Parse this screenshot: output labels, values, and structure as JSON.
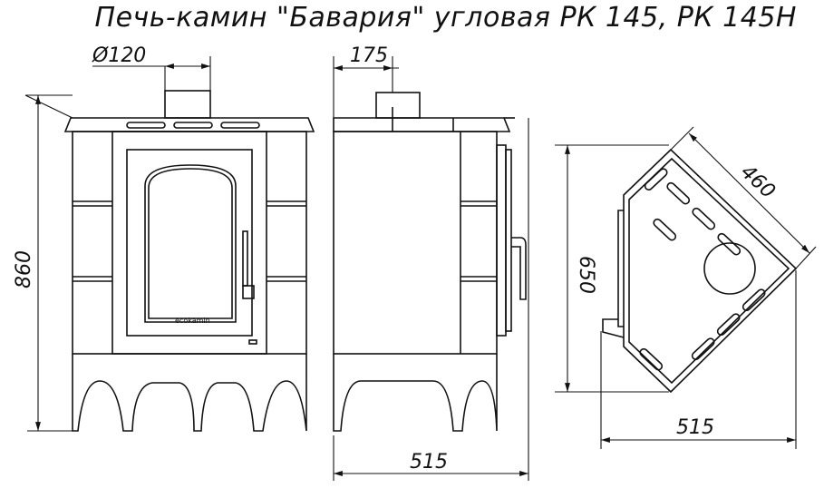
{
  "title": "Печь-камин \"Бавария\" угловая РК 145, РК 145Н",
  "dims": {
    "pipe_diameter": "Ø120",
    "pipe_offset": "175",
    "height": "860",
    "side_width": "515",
    "corner_side": "460",
    "corner_depth": "650",
    "corner_width": "515"
  },
  "door_logo": "ecokamin",
  "colors": {
    "line": "#111111",
    "background": "#ffffff"
  }
}
